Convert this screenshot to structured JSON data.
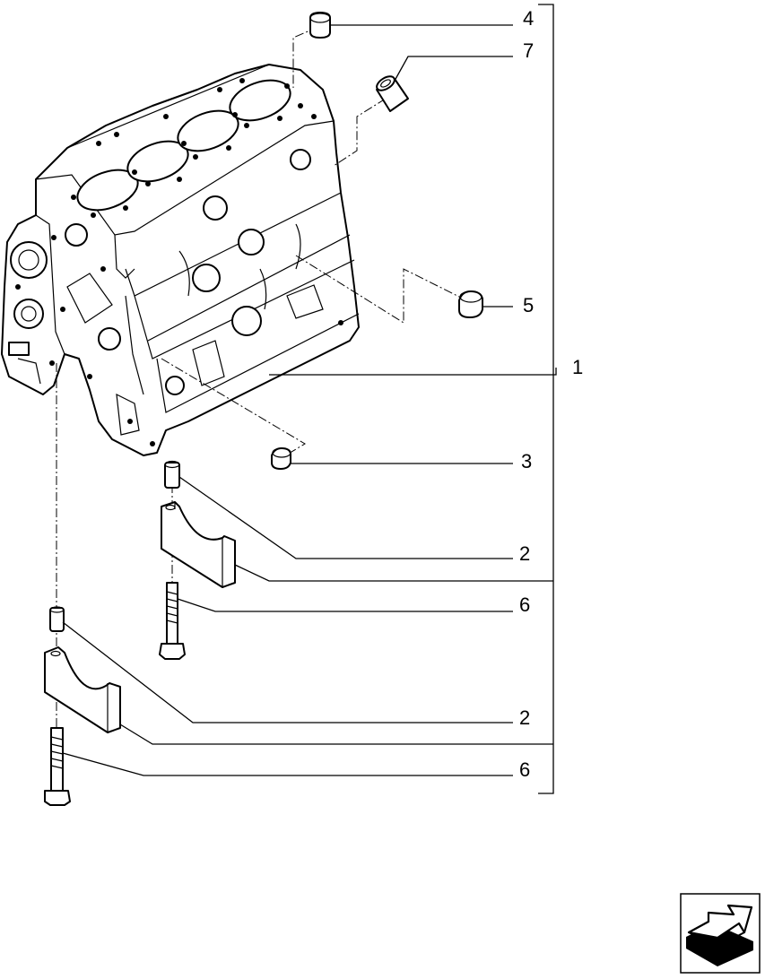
{
  "callouts": [
    {
      "id": "c4",
      "label": "4"
    },
    {
      "id": "c7",
      "label": "7"
    },
    {
      "id": "c5",
      "label": "5"
    },
    {
      "id": "c1",
      "label": "1"
    },
    {
      "id": "c3",
      "label": "3"
    },
    {
      "id": "c2a",
      "label": "2"
    },
    {
      "id": "c6a",
      "label": "6"
    },
    {
      "id": "c2b",
      "label": "2"
    },
    {
      "id": "c6b",
      "label": "6"
    }
  ],
  "icons": {
    "nav": "next-page-arrow-icon",
    "block": "engine-block-icon",
    "plug": "core-plug-icon",
    "bushing": "bushing-icon",
    "dowel": "dowel-pin-icon",
    "cap": "bearing-cap-icon",
    "bolt": "bolt-icon"
  }
}
